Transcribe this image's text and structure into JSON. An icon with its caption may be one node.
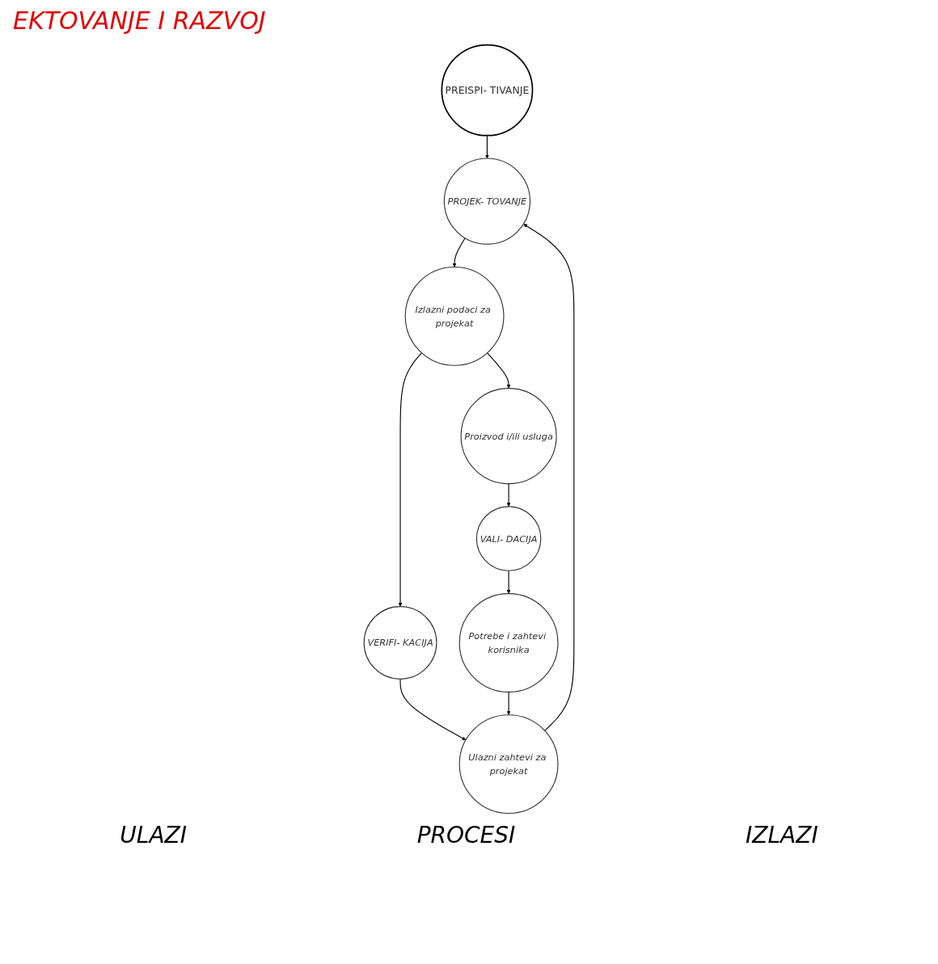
{
  "diagram": {
    "title": "EKTOVANJE I RAZVOJ",
    "nodes": [
      {
        "text": [
          "PREISPI- TIVANJE"
        ]
      },
      {
        "text": [
          "PROJEK- TOVANJE"
        ]
      },
      {
        "text": [
          "Ulazni zahtevi za projekat"
        ]
      },
      {
        "text": [
          "Izlazni podaci za projekat"
        ]
      },
      {
        "text": [
          "VERIFI- KACIJA"
        ]
      },
      {
        "text": [
          "Potrebe i zahtevi korisnika"
        ]
      },
      {
        "text": [
          "VALI- DACIJA"
        ]
      },
      {
        "text": [
          "Proizvod i/ili usluga"
        ]
      }
    ],
    "edges": [
      {
        "from": 0,
        "to": 1,
        "arrow": "to"
      },
      {
        "from": 2,
        "to": 1,
        "arrow": "to"
      },
      {
        "from": 1,
        "to": 3,
        "arrow": "to"
      },
      {
        "from": 3,
        "to": 4,
        "arrow": "to"
      },
      {
        "from": 4,
        "to": 2,
        "arrow": "to"
      },
      {
        "from": 5,
        "to": 2,
        "arrow": "to"
      },
      {
        "from": 3,
        "to": 7,
        "arrow": "to"
      },
      {
        "from": 7,
        "to": 6,
        "arrow": "to"
      },
      {
        "from": 6,
        "to": 5,
        "arrow": "to"
      }
    ],
    "labels": [
      "ULAZI",
      "PROCESI",
      "IZLAZI"
    ]
  }
}
